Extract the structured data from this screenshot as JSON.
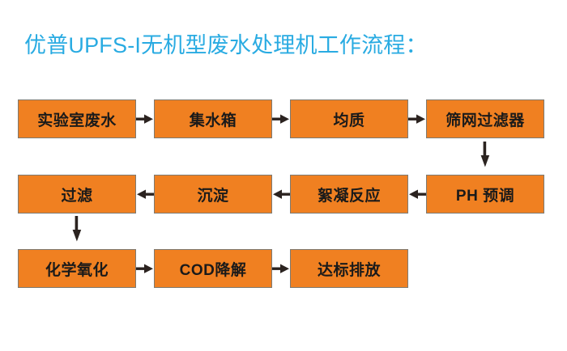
{
  "page": {
    "title": "优普UPFS-I无机型废水处理机工作流程：",
    "background_color": "#ffffff",
    "title_color": "#29abe2"
  },
  "theme": {
    "node_fill": "#f08021",
    "node_border": "#7d7a72",
    "node_text": "#1a1a1a",
    "arrow_color": "#2b2320"
  },
  "flow": {
    "rows": [
      {
        "direction": "left-to-right",
        "nodes": [
          {
            "label": "实验室废水"
          },
          {
            "label": "集水箱"
          },
          {
            "label": "均质"
          },
          {
            "label": "筛网过滤器"
          }
        ]
      },
      {
        "direction": "right-to-left",
        "nodes": [
          {
            "label": "过滤"
          },
          {
            "label": "沉淀"
          },
          {
            "label": "絮凝反应"
          },
          {
            "label": "PH 预调"
          }
        ]
      },
      {
        "direction": "left-to-right",
        "nodes": [
          {
            "label": "化学氧化"
          },
          {
            "label": "COD降解"
          },
          {
            "label": "达标排放"
          }
        ]
      }
    ],
    "connectors": {
      "row1_to_row2": "arrow-down-icon",
      "row2_to_row3": "arrow-down-icon",
      "row1_horizontal": "arrow-right-icon",
      "row2_horizontal": "arrow-left-icon",
      "row3_horizontal": "arrow-right-icon"
    }
  }
}
